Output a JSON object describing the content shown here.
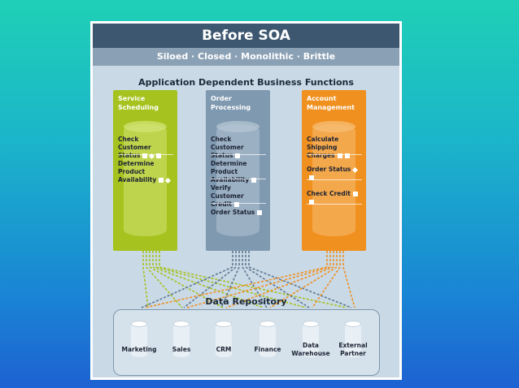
{
  "title": "Before SOA",
  "subtitle": "Siloed · Closed · Monolithic · Brittle",
  "functions_heading": "Application Dependent Business Functions",
  "columns": [
    {
      "label": "Service Scheduling",
      "color": "#a6c21f",
      "items": [
        "Check Customer Status",
        "Determine Product Availability"
      ]
    },
    {
      "label": "Order Processing",
      "color": "#7f99b0",
      "items": [
        "Check Customer Status",
        "Determine Product Availability",
        "Verify Customer Credit",
        "Order Status"
      ]
    },
    {
      "label": "Account Management",
      "color": "#f0901f",
      "items": [
        "Calculate Shipping Charges",
        "Order Status",
        "Check Credit"
      ]
    }
  ],
  "repository": {
    "label": "Data Repository",
    "stores": [
      "Marketing",
      "Sales",
      "CRM",
      "Finance",
      "Data Warehouse",
      "External Partner"
    ]
  },
  "colors": {
    "header": "#3e5770",
    "subheader": "#8aa0b4",
    "panel": "#c9d9e6",
    "green": "#a6c21f",
    "blue": "#7f99b0",
    "orange": "#f0901f"
  }
}
